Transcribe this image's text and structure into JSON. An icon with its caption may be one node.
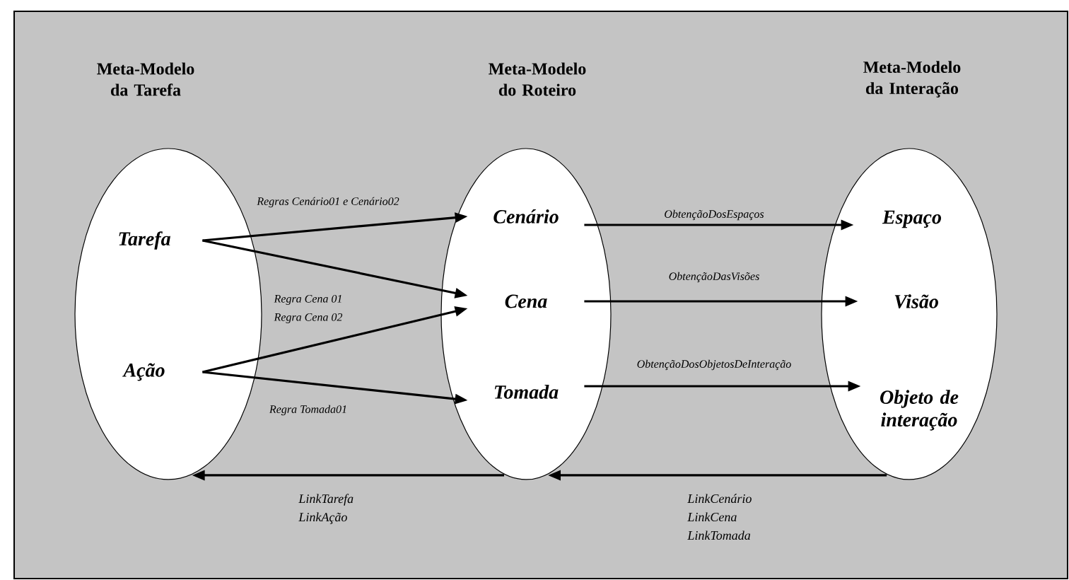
{
  "diagram": {
    "nodes": [
      {
        "text": [
          "Meta-Modelo da Tarefa"
        ]
      },
      {
        "text": [
          "Tarefa"
        ],
        "in": 0
      },
      {
        "text": [
          "Ação"
        ],
        "in": 0
      },
      {
        "text": [
          "Meta-Modelo do Roteiro"
        ]
      },
      {
        "text": [
          "Cenário"
        ],
        "in": 3
      },
      {
        "text": [
          "Cena"
        ],
        "in": 3
      },
      {
        "text": [
          "Tomada"
        ],
        "in": 3
      },
      {
        "text": [
          "Meta-Modelo da Interação"
        ]
      },
      {
        "text": [
          "Espaço"
        ],
        "in": 7
      },
      {
        "text": [
          "Visão"
        ],
        "in": 7
      },
      {
        "text": [
          "Objeto de interação"
        ],
        "in": 7
      }
    ],
    "edges": [
      {
        "from": 1,
        "to": 4,
        "arrow": "to",
        "label": "Regras Cenário01 e Cenário02"
      },
      {
        "from": 1,
        "to": 5,
        "arrow": "to",
        "label": "Regra Cena 01"
      },
      {
        "from": 2,
        "to": 5,
        "arrow": "to",
        "label": "Regra Cena 02"
      },
      {
        "from": 2,
        "to": 6,
        "arrow": "to",
        "label": "Regra Tomada01"
      },
      {
        "from": 4,
        "to": 8,
        "arrow": "to",
        "label": "ObtençãoDosEspaços"
      },
      {
        "from": 5,
        "to": 9,
        "arrow": "to",
        "label": "ObtençãoDasVisões"
      },
      {
        "from": 6,
        "to": 10,
        "arrow": "to",
        "label": "ObtençãoDosObjetosDeInteração"
      },
      {
        "from": 3,
        "to": 0,
        "arrow": "to",
        "label": "LinkTarefa LinkAção"
      },
      {
        "from": 7,
        "to": 3,
        "arrow": "to",
        "label": "LinkCenário LinkCena LinkTomada"
      }
    ]
  }
}
